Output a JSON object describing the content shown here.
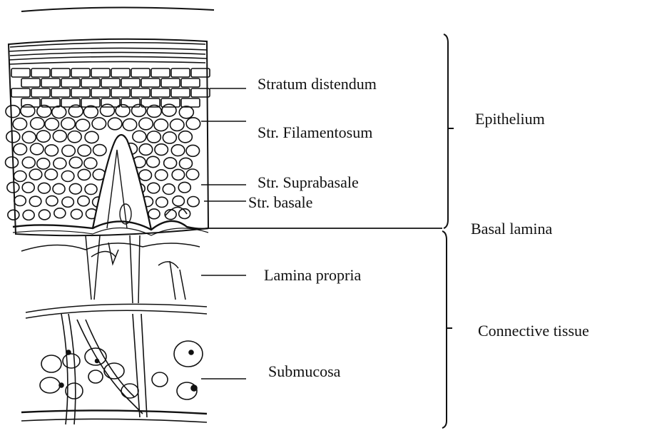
{
  "diagram": {
    "labels": {
      "stratum_distendum": "Stratum distendum",
      "str_filamentosum": "Str. Filamentosum",
      "str_suprabasale": "Str. Suprabasale",
      "str_basale": "Str. basale",
      "lamina_propria": "Lamina propria",
      "submucosa": "Submucosa"
    },
    "brackets": {
      "epithelium": "Epithelium",
      "basal_lamina": "Basal lamina",
      "connective_tissue": "Connective tissue"
    },
    "colors": {
      "ink": "#111111",
      "background": "#ffffff"
    }
  }
}
